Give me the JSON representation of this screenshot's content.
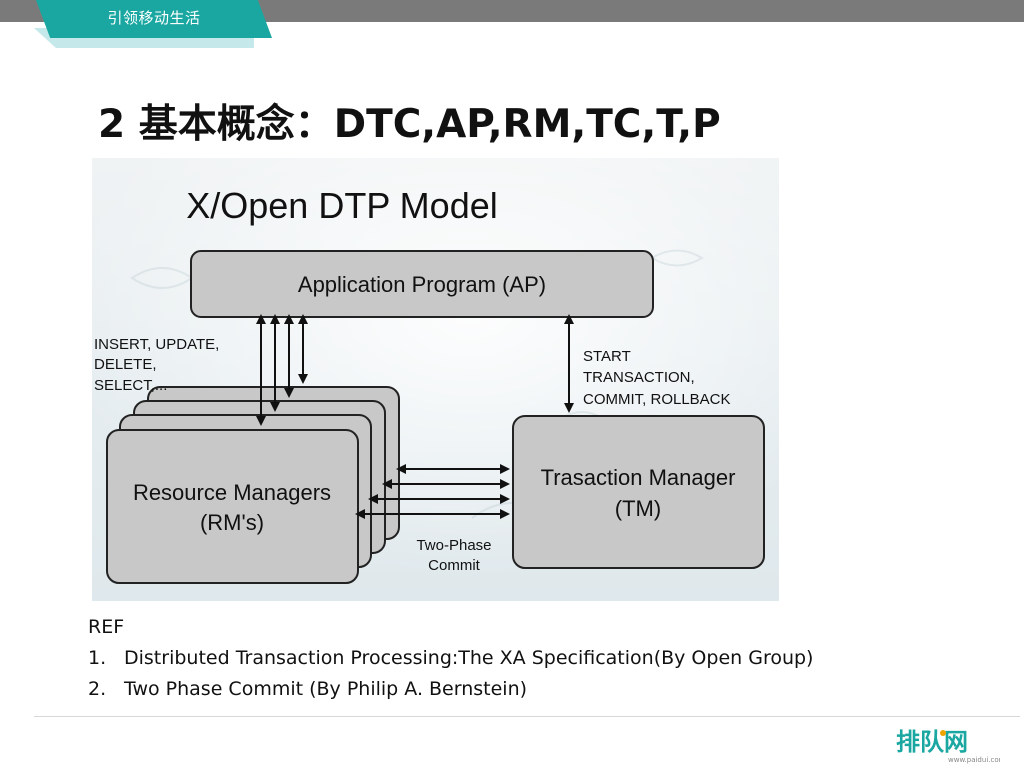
{
  "header": {
    "tag_text": "引领移动生活"
  },
  "slide": {
    "title": "2 基本概念：DTC,AP,RM,TC,T,P"
  },
  "diagram": {
    "title": "X/Open DTP Model",
    "ap_label": "Application Program (AP)",
    "rm_label_line1": "Resource Managers",
    "rm_label_line2": "(RM's)",
    "tm_label_line1": "Trasaction Manager",
    "tm_label_line2": "(TM)",
    "left_note": [
      "INSERT, UPDATE,",
      "DELETE,",
      "SELECT,..."
    ],
    "right_note": [
      "START",
      "TRANSACTION,",
      "COMMIT, ROLLBACK"
    ],
    "bottom_note": [
      "Two-Phase",
      "Commit"
    ]
  },
  "references": {
    "heading": "REF",
    "items": [
      {
        "num": "1.",
        "text": "Distributed Transaction Processing:The XA Specification(By Open Group)"
      },
      {
        "num": "2.",
        "text": "Two Phase Commit (By Philip A. Bernstein)"
      }
    ]
  },
  "logo": {
    "brand": "排队网",
    "url_text": "www.paidui.com"
  },
  "colors": {
    "accent": "#1aa7a1",
    "top_bar": "#7a7a7a",
    "box_fill": "#c8c8c8",
    "diagram_bg": "#e9eef1"
  }
}
